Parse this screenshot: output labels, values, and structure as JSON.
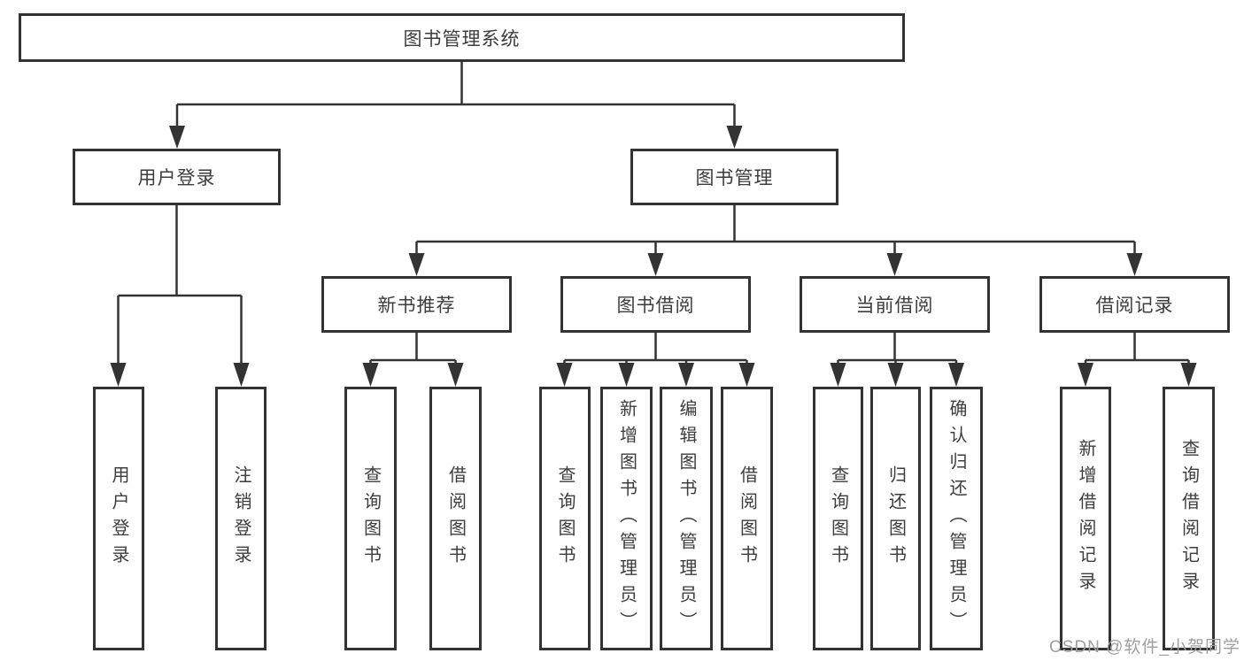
{
  "diagram": {
    "root": "图书管理系统",
    "level2": [
      "用户登录",
      "图书管理"
    ],
    "login_children": [
      "用户登录",
      "注销登录"
    ],
    "management_children": [
      "新书推荐",
      "图书借阅",
      "当前借阅",
      "借阅记录"
    ],
    "new_book_children": [
      "查询图书",
      "借阅图书"
    ],
    "book_borrow_children": [
      "查询图书",
      "新增图书（管理员）",
      "编辑图书（管理员）",
      "借阅图书"
    ],
    "current_borrow_children": [
      "查询图书",
      "归还图书",
      "确认归还（管理员）"
    ],
    "borrow_record_children": [
      "新增借阅记录",
      "查询借阅记录"
    ]
  },
  "watermark": "CSDN @软件_小贺同学",
  "colors": {
    "line": "#333333",
    "text": "#3d3d3d",
    "watermark-color": "#9f9f9f",
    "background": "#ffffff"
  }
}
